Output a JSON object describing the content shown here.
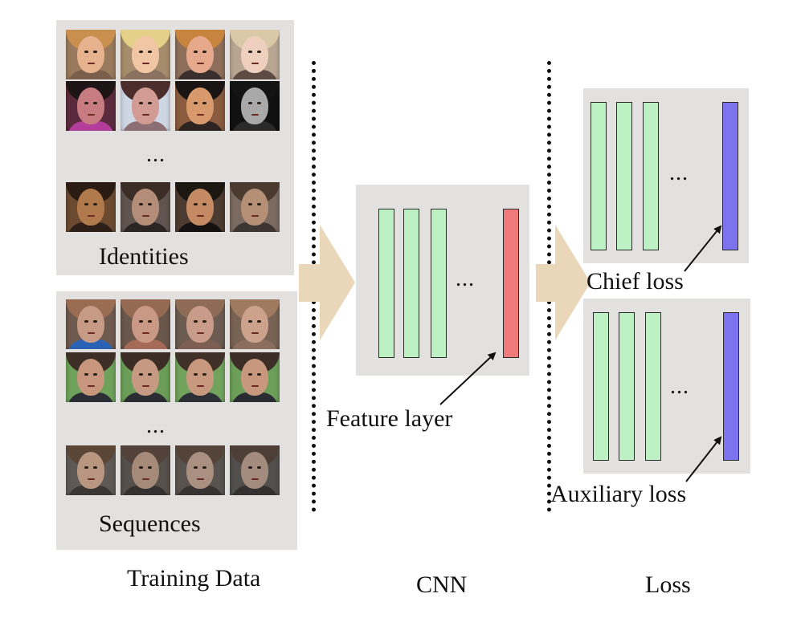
{
  "training_data": {
    "identities": {
      "label": "Identities",
      "ellipsis": "...",
      "rows": [
        [
          {
            "skin": "#e7b28e",
            "hair": "#c98f4e",
            "bg": "#9a7a5c",
            "shirt": "#7a5f4c"
          },
          {
            "skin": "#f0c6a4",
            "hair": "#e5d08a",
            "bg": "#a58c6c",
            "shirt": "#8a7160"
          },
          {
            "skin": "#e6a98c",
            "hair": "#c7843f",
            "bg": "#8c6e5b",
            "shirt": "#3b2f2d"
          },
          {
            "skin": "#efd0bf",
            "hair": "#d9c9a7",
            "bg": "#b9a692",
            "shirt": "#5d4b43"
          }
        ],
        [
          {
            "skin": "#c67c80",
            "hair": "#1d1416",
            "bg": "#5b2a3c",
            "shirt": "#b23d9a"
          },
          {
            "skin": "#d29b93",
            "hair": "#4b2e2c",
            "bg": "#cfd6e4",
            "shirt": "#8c6f74"
          },
          {
            "skin": "#d89a6c",
            "hair": "#1a1514",
            "bg": "#8a5b3e",
            "shirt": "#2d2422"
          },
          {
            "skin": "#a9a9a9",
            "hair": "#141414",
            "bg": "#111111",
            "shirt": "#2a2a2a"
          }
        ],
        [
          {
            "skin": "#b17a4d",
            "hair": "#2a1c12",
            "bg": "#6b4a30",
            "shirt": "#2e2018"
          },
          {
            "skin": "#b48d78",
            "hair": "#3b2c26",
            "bg": "#5f5450",
            "shirt": "#2b2624"
          },
          {
            "skin": "#c38a63",
            "hair": "#1d1712",
            "bg": "#4b3b30",
            "shirt": "#141111"
          },
          {
            "skin": "#b59077",
            "hair": "#4a3a30",
            "bg": "#7a6a60",
            "shirt": "#3d3532"
          }
        ]
      ]
    },
    "sequences": {
      "label": "Sequences",
      "ellipsis": "...",
      "rows": [
        [
          {
            "skin": "#c79a85",
            "hair": "#9a6c52",
            "bg": "#6e5a4e",
            "shirt": "#2a62b6"
          },
          {
            "skin": "#c99985",
            "hair": "#946a52",
            "bg": "#6a574c",
            "shirt": "#a56b56"
          },
          {
            "skin": "#c89c88",
            "hair": "#8e6b55",
            "bg": "#6b5b50",
            "shirt": "#7d5e52"
          },
          {
            "skin": "#cca28d",
            "hair": "#a07a5e",
            "bg": "#786253",
            "shirt": "#8c6e5f"
          }
        ],
        [
          {
            "skin": "#c8967d",
            "hair": "#3d2e26",
            "bg": "#6ea15a",
            "shirt": "#2b2e34"
          },
          {
            "skin": "#c69a82",
            "hair": "#3b2d26",
            "bg": "#6b9d58",
            "shirt": "#2a2d32"
          },
          {
            "skin": "#c9997f",
            "hair": "#3f3028",
            "bg": "#71a35d",
            "shirt": "#2c2f35"
          },
          {
            "skin": "#c7977e",
            "hair": "#3c2e27",
            "bg": "#6c9f59",
            "shirt": "#292c31"
          }
        ],
        [
          {
            "skin": "#b89680",
            "hair": "#5b4536",
            "bg": "#5e5954",
            "shirt": "#3a3634"
          },
          {
            "skin": "#a68a79",
            "hair": "#52423a",
            "bg": "#55504c",
            "shirt": "#353130"
          },
          {
            "skin": "#a99080",
            "hair": "#544338",
            "bg": "#58534f",
            "shirt": "#373332"
          },
          {
            "skin": "#a38c7d",
            "hair": "#4e3f36",
            "bg": "#52504c",
            "shirt": "#33302f"
          }
        ]
      ]
    },
    "caption": "Training Data"
  },
  "cnn": {
    "ellipsis": "...",
    "feature_layer_label": "Feature layer",
    "caption": "CNN"
  },
  "loss": {
    "chief": {
      "ellipsis": "...",
      "label": "Chief loss"
    },
    "auxiliary": {
      "ellipsis": "...",
      "label": "Auxiliary loss"
    },
    "caption": "Loss"
  },
  "colors": {
    "panel_bg": "#e2e1df",
    "conv_layer": "#bdf0c3",
    "feature_layer": "#f07b7b",
    "loss_layer": "#7b74ee",
    "flow_arrow": "#ead6b8"
  }
}
